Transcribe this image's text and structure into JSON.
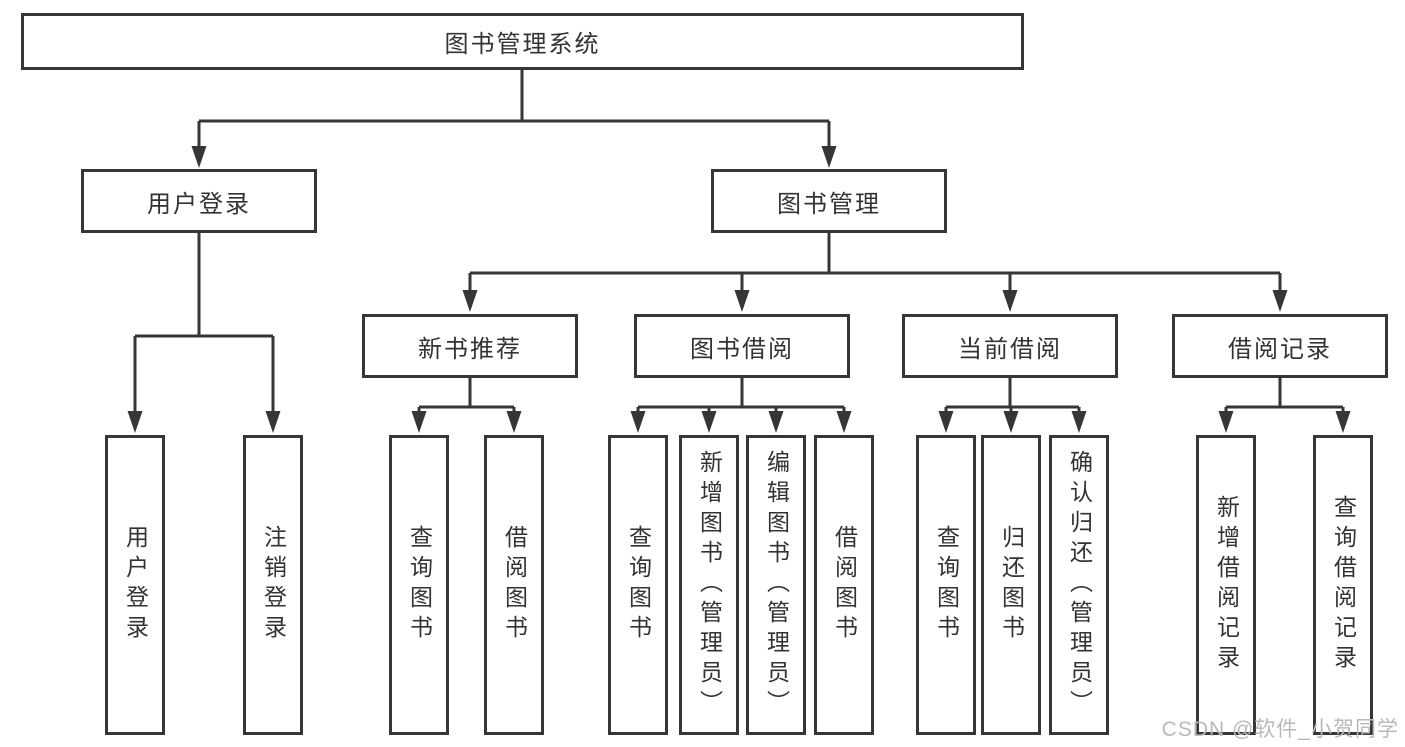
{
  "watermark": "CSDN @软件_小贺同学",
  "colors": {
    "line": "#363636",
    "text": "#333333",
    "watermark": "#b9b9b9",
    "background": "#ffffff"
  },
  "tree": {
    "root": {
      "label": "图书管理系统"
    },
    "level2": [
      {
        "label": "用户登录",
        "children": [
          "用户登录",
          "注销登录"
        ]
      },
      {
        "label": "图书管理",
        "groups": [
          {
            "label": "新书推荐",
            "children": [
              "查询图书",
              "借阅图书"
            ]
          },
          {
            "label": "图书借阅",
            "children": [
              "查询图书",
              "新增图书（管理员）",
              "编辑图书（管理员）",
              "借阅图书"
            ]
          },
          {
            "label": "当前借阅",
            "children": [
              "查询图书",
              "归还图书",
              "确认归还（管理员）"
            ]
          },
          {
            "label": "借阅记录",
            "children": [
              "新增借阅记录",
              "查询借阅记录"
            ]
          }
        ]
      }
    ]
  }
}
